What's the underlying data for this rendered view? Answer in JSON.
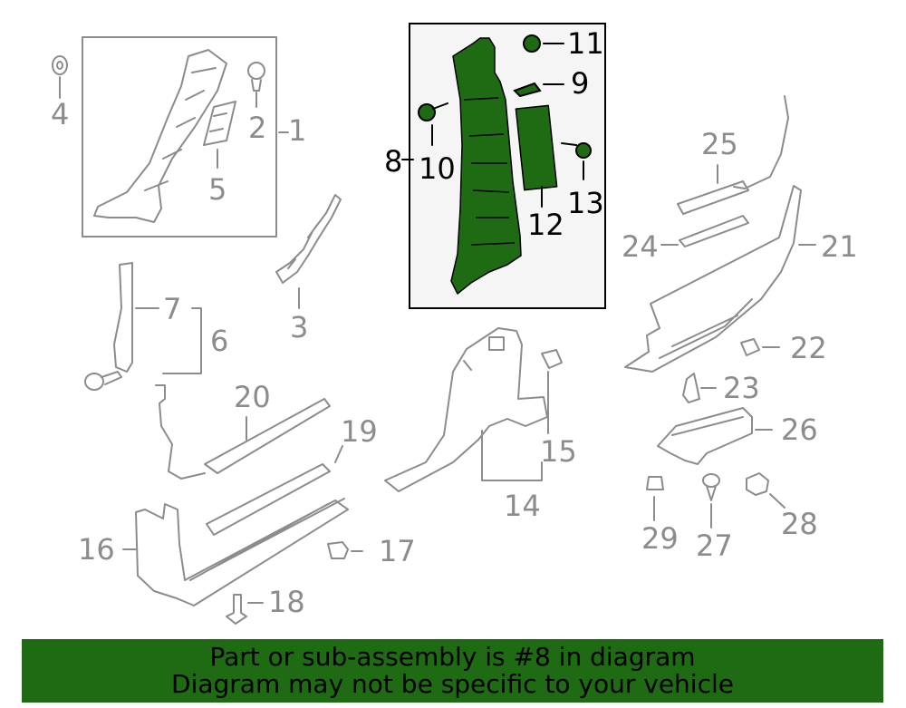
{
  "diagram": {
    "highlight_color": "#1e6b14",
    "line_color": "#8c8c8c",
    "highlight_part": "8",
    "callouts": {
      "c1": "1",
      "c2": "2",
      "c3": "3",
      "c4": "4",
      "c5": "5",
      "c6": "6",
      "c7": "7",
      "c8": "8",
      "c9": "9",
      "c10": "10",
      "c11": "11",
      "c12": "12",
      "c13": "13",
      "c14": "14",
      "c15": "15",
      "c16": "16",
      "c17": "17",
      "c18": "18",
      "c19": "19",
      "c20": "20",
      "c21": "21",
      "c22": "22",
      "c23": "23",
      "c24": "24",
      "c25": "25",
      "c26": "26",
      "c27": "27",
      "c28": "28",
      "c29": "29"
    }
  },
  "banner": {
    "line1": "Part or sub-assembly is #8 in diagram",
    "line2": "Diagram may not be specific to your vehicle",
    "background": "#1e6b14"
  }
}
